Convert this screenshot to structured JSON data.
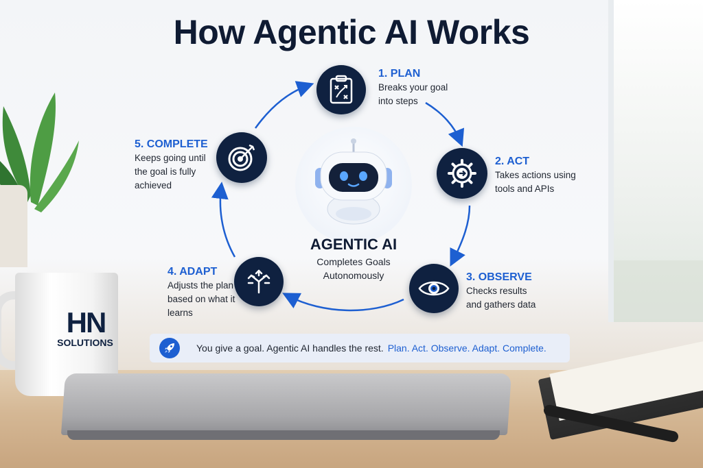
{
  "title": "How Agentic AI Works",
  "center": {
    "title": "AGENTIC AI",
    "subtitle_line1": "Completes Goals",
    "subtitle_line2": "Autonomously"
  },
  "steps": [
    {
      "title": "1. PLAN",
      "desc_line1": "Breaks your goal",
      "desc_line2": "into steps",
      "icon": "clipboard-strategy-icon"
    },
    {
      "title": "2. ACT",
      "desc_line1": "Takes actions using",
      "desc_line2": "tools and APIs",
      "icon": "gear-arrow-icon"
    },
    {
      "title": "3. OBSERVE",
      "desc_line1": "Checks results",
      "desc_line2": "and gathers data",
      "icon": "eye-icon"
    },
    {
      "title": "4. ADAPT",
      "desc_line1": "Adjusts the plan",
      "desc_line2": "based on what it",
      "desc_line3": "learns",
      "icon": "multi-direction-arrows-icon"
    },
    {
      "title": "5. COMPLETE",
      "desc_line1": "Keeps going until",
      "desc_line2": "the goal is fully",
      "desc_line3": "achieved",
      "icon": "target-arrow-icon"
    }
  ],
  "banner": {
    "text": "You give a goal. Agentic AI handles the rest.",
    "highlight": "Plan. Act. Observe. Adapt. Complete.",
    "icon": "rocket-icon"
  },
  "mug": {
    "logo": "HN",
    "sub": "SOLUTIONS"
  },
  "colors": {
    "navy": "#0f2140",
    "accent_blue": "#1d5fd1",
    "text_dark": "#0f1b33"
  }
}
